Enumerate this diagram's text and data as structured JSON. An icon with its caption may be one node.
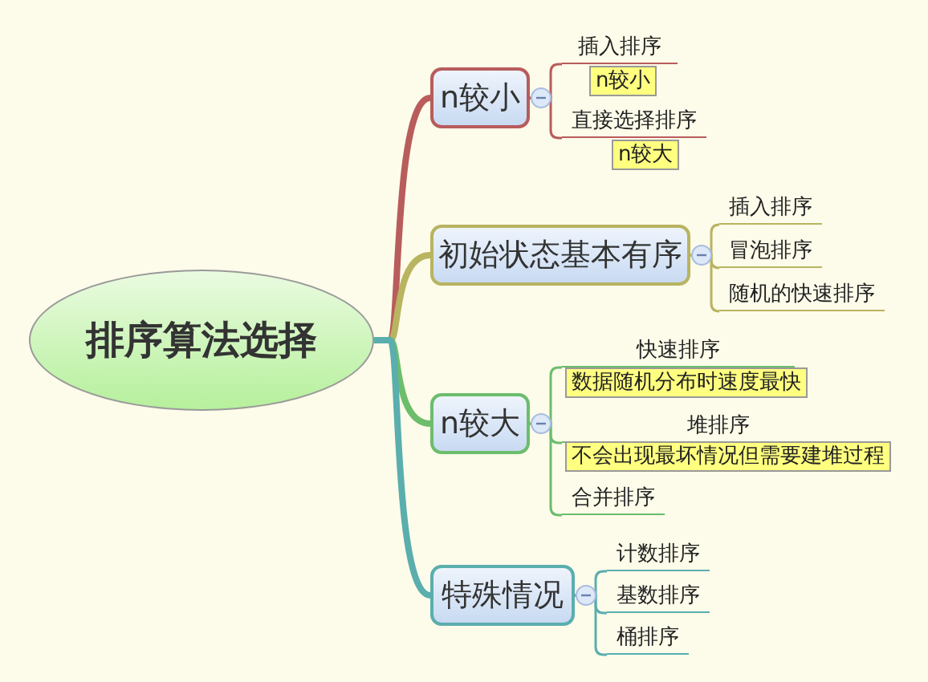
{
  "diagram": {
    "nodes": [
      {
        "text": [
          "排序算法选择"
        ]
      },
      {
        "text": [
          "n较小"
        ]
      },
      {
        "text": [
          "初始状态基本有序"
        ]
      },
      {
        "text": [
          "n较大"
        ]
      },
      {
        "text": [
          "特殊情况"
        ]
      },
      {
        "text": [
          "插入排序"
        ]
      },
      {
        "text": [
          "n较小"
        ]
      },
      {
        "text": [
          "直接选择排序"
        ]
      },
      {
        "text": [
          "n较大"
        ]
      },
      {
        "text": [
          "插入排序"
        ]
      },
      {
        "text": [
          "冒泡排序"
        ]
      },
      {
        "text": [
          "随机的快速排序"
        ]
      },
      {
        "text": [
          "快速排序"
        ]
      },
      {
        "text": [
          "数据随机分布时速度最快"
        ]
      },
      {
        "text": [
          "堆排序"
        ]
      },
      {
        "text": [
          "不会出现最坏情况但需要建堆过程"
        ]
      },
      {
        "text": [
          "合并排序"
        ]
      },
      {
        "text": [
          "计数排序"
        ]
      },
      {
        "text": [
          "基数排序"
        ]
      },
      {
        "text": [
          "桶排序"
        ]
      }
    ],
    "edges": [
      {
        "from": 0,
        "to": 1,
        "arrow": "none",
        "style": "thick",
        "color": "#b85c5c"
      },
      {
        "from": 0,
        "to": 2,
        "arrow": "none",
        "style": "thick",
        "color": "#b8b460"
      },
      {
        "from": 0,
        "to": 3,
        "arrow": "none",
        "style": "thick",
        "color": "#6cbd6c"
      },
      {
        "from": 0,
        "to": 4,
        "arrow": "none",
        "style": "thick",
        "color": "#5aaeae"
      },
      {
        "from": 1,
        "to": 5,
        "arrow": "none",
        "color": "#b85c5c"
      },
      {
        "from": 1,
        "to": 7,
        "arrow": "none",
        "color": "#b85c5c"
      },
      {
        "from": 2,
        "to": 9,
        "arrow": "none",
        "color": "#b8b460"
      },
      {
        "from": 2,
        "to": 10,
        "arrow": "none",
        "color": "#b8b460"
      },
      {
        "from": 2,
        "to": 11,
        "arrow": "none",
        "color": "#b8b460"
      },
      {
        "from": 3,
        "to": 12,
        "arrow": "none",
        "color": "#6cbd6c"
      },
      {
        "from": 3,
        "to": 14,
        "arrow": "none",
        "color": "#6cbd6c"
      },
      {
        "from": 3,
        "to": 16,
        "arrow": "none",
        "color": "#6cbd6c"
      },
      {
        "from": 4,
        "to": 17,
        "arrow": "none",
        "color": "#5aaeae"
      },
      {
        "from": 4,
        "to": 18,
        "arrow": "none",
        "color": "#5aaeae"
      },
      {
        "from": 4,
        "to": 19,
        "arrow": "none",
        "color": "#5aaeae"
      }
    ]
  }
}
